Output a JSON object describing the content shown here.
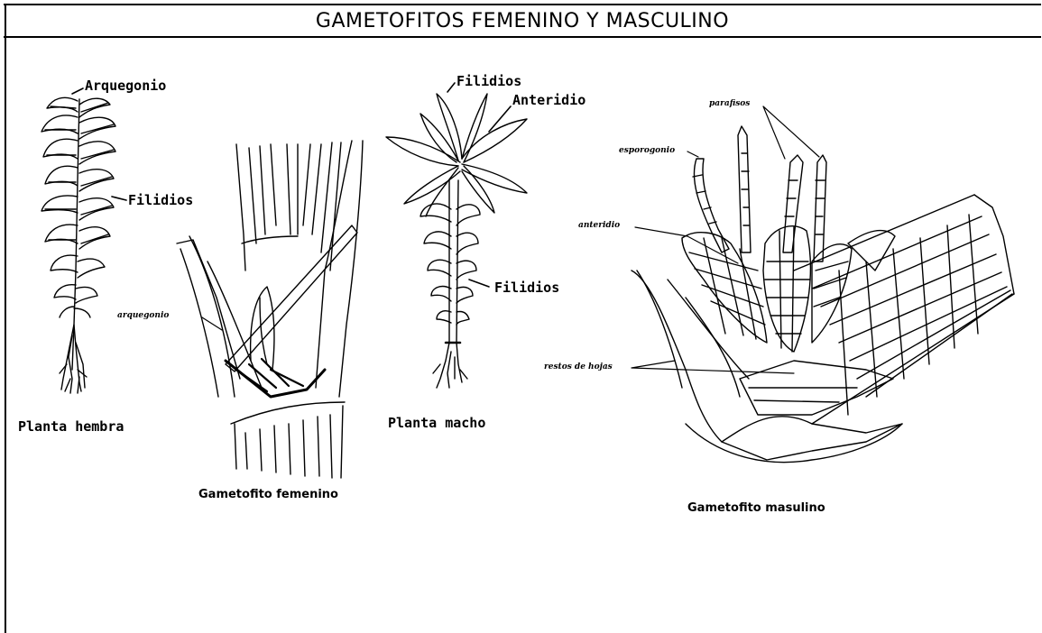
{
  "title": "GAMETOFITOS FEMENINO Y MASCULINO",
  "labels": {
    "arquegonio_top": "Arquegonio",
    "filidios_female": "Filidios",
    "planta_hembra": "Planta hembra",
    "arquegonio_small": "arquegonio",
    "gametofito_femenino": "Gametofito femenino",
    "filidios_male_top": "Filidios",
    "anteridio": "Anteridio",
    "filidios_male_mid": "Filidios",
    "planta_macho": "Planta macho",
    "parafisos": "parafisos",
    "esporogonio": "esporogonio",
    "anteridio_small": "anteridio",
    "restos_de_hojas": "restos de hojas",
    "gametofito_masculino": "Gametofito masulino"
  }
}
